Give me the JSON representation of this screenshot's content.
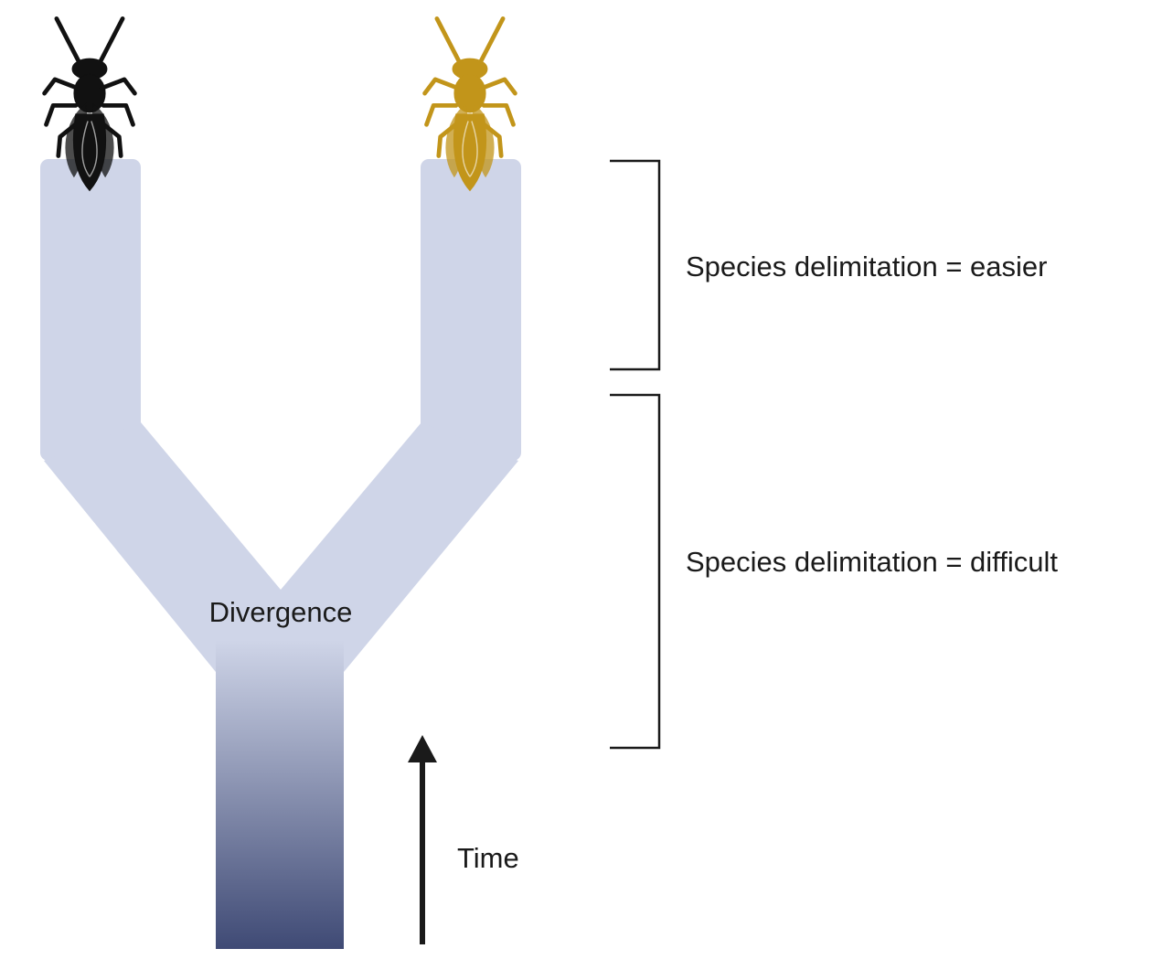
{
  "tree": {
    "divergence_label": "Divergence",
    "branch_color": "#cfd5e8",
    "trunk_gradient": [
      "#cfd5e8",
      "#3f4a75"
    ]
  },
  "species": [
    {
      "icon": "wasp-icon",
      "color": "#111111"
    },
    {
      "icon": "wasp-icon",
      "color": "#c2951a"
    }
  ],
  "brackets": [
    {
      "label": "Species delimitation = easier"
    },
    {
      "label": "Species delimitation = difficult"
    }
  ],
  "time_axis": {
    "label": "Time",
    "direction": "up"
  }
}
